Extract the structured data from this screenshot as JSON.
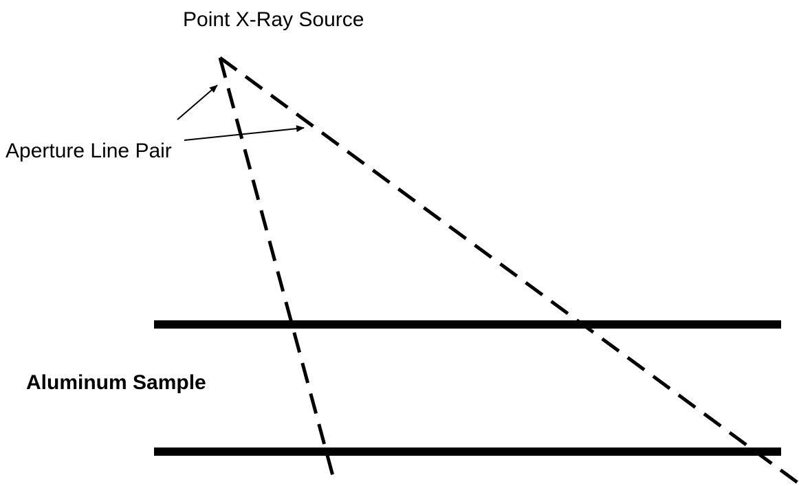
{
  "labels": {
    "source": "Point X-Ray Source",
    "aperture": "Aperture Line Pair",
    "sample": "Aluminum Sample"
  },
  "colors": {
    "stroke": "#000000",
    "background": "#ffffff"
  }
}
